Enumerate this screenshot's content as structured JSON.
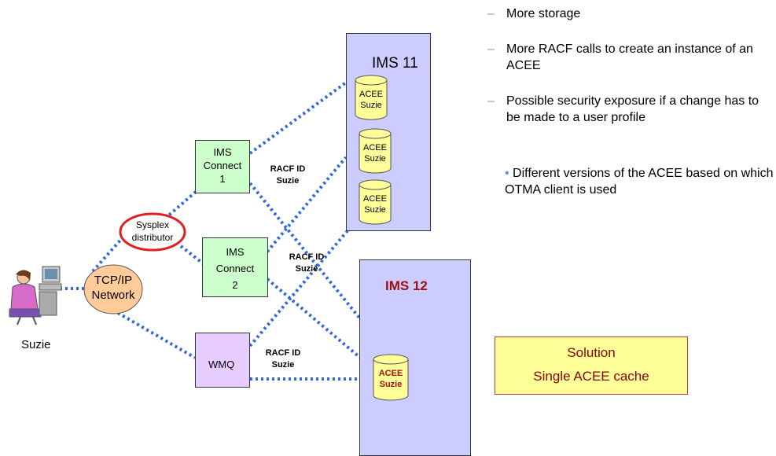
{
  "user": {
    "name": "Suzie"
  },
  "network": {
    "label_line1": "TCP/IP",
    "label_line2": "Network"
  },
  "sysplex": {
    "line1": "Sysplex",
    "line2": "distributor"
  },
  "connect1": {
    "line1": "IMS",
    "line2": "Connect",
    "line3": "1"
  },
  "connect2": {
    "line1": "IMS",
    "line2": "Connect",
    "line3": "2"
  },
  "wmq": {
    "label": "WMQ"
  },
  "racf_labels": [
    {
      "line1": "RACF ID",
      "line2": "Suzie"
    },
    {
      "line1": "RACF ID",
      "line2": "Suzie"
    },
    {
      "line1": "RACF ID",
      "line2": "Suzie"
    }
  ],
  "ims11": {
    "title": "IMS 11",
    "caches": [
      {
        "line1": "ACEE",
        "line2": "Suzie"
      },
      {
        "line1": "ACEE",
        "line2": "Suzie"
      },
      {
        "line1": "ACEE",
        "line2": "Suzie"
      }
    ]
  },
  "ims12": {
    "title": "IMS 12",
    "cache": {
      "line1": "ACEE",
      "line2": "Suzie"
    }
  },
  "bullets": {
    "items": [
      "More storage",
      "More RACF calls to create an instance of an ACEE",
      "Possible security exposure if a change has to be made to a user profile"
    ],
    "dash_symbol": "–",
    "sub_dot": "•",
    "sub_item": " Different versions of the ACEE based on which OTMA client is used"
  },
  "solution": {
    "line1": "Solution",
    "line2": "Single ACEE cache"
  },
  "colors": {
    "wire": "#3366dd",
    "ims_fill": "#ccccff",
    "connect_fill": "#ccffcc",
    "wmq_fill": "#e6ccff",
    "cache_fill": "#ffff99",
    "sysplex_ring": "#e02020",
    "network_fill": "#ffcc99",
    "ims12_title": "#a01010",
    "solution_fill": "#ffff99",
    "solution_text": "#8b0000"
  }
}
